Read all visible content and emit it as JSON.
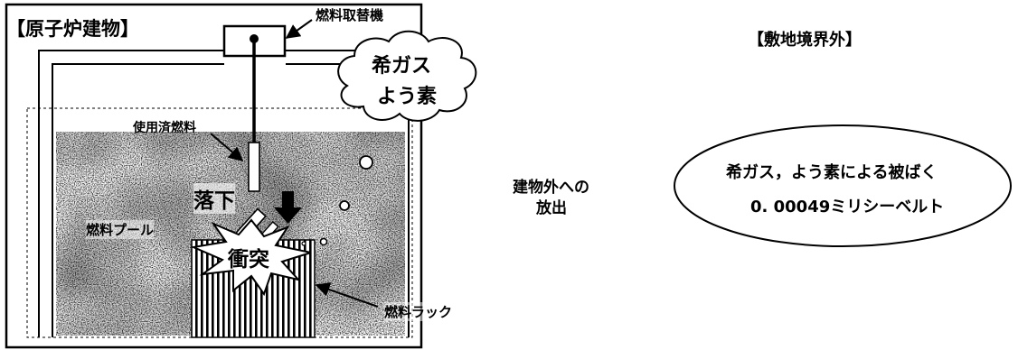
{
  "building": {
    "title": "【原子炉建物】",
    "refueling_machine": "燃料取替機",
    "spent_fuel": "使用済燃料",
    "fuel_pool": "燃料プール",
    "fall": "落下",
    "collision": "衝突",
    "fuel_rack": "燃料ラック",
    "cloud_line1": "希ガス",
    "cloud_line2": "よう素"
  },
  "release": {
    "line1": "建物外への",
    "line2": "放出"
  },
  "site_boundary": {
    "title": "【敷地境界外】",
    "exposure_line": "希ガス，よう素による被ばく",
    "dose_value": "0. 00049ミリシーベルト"
  }
}
